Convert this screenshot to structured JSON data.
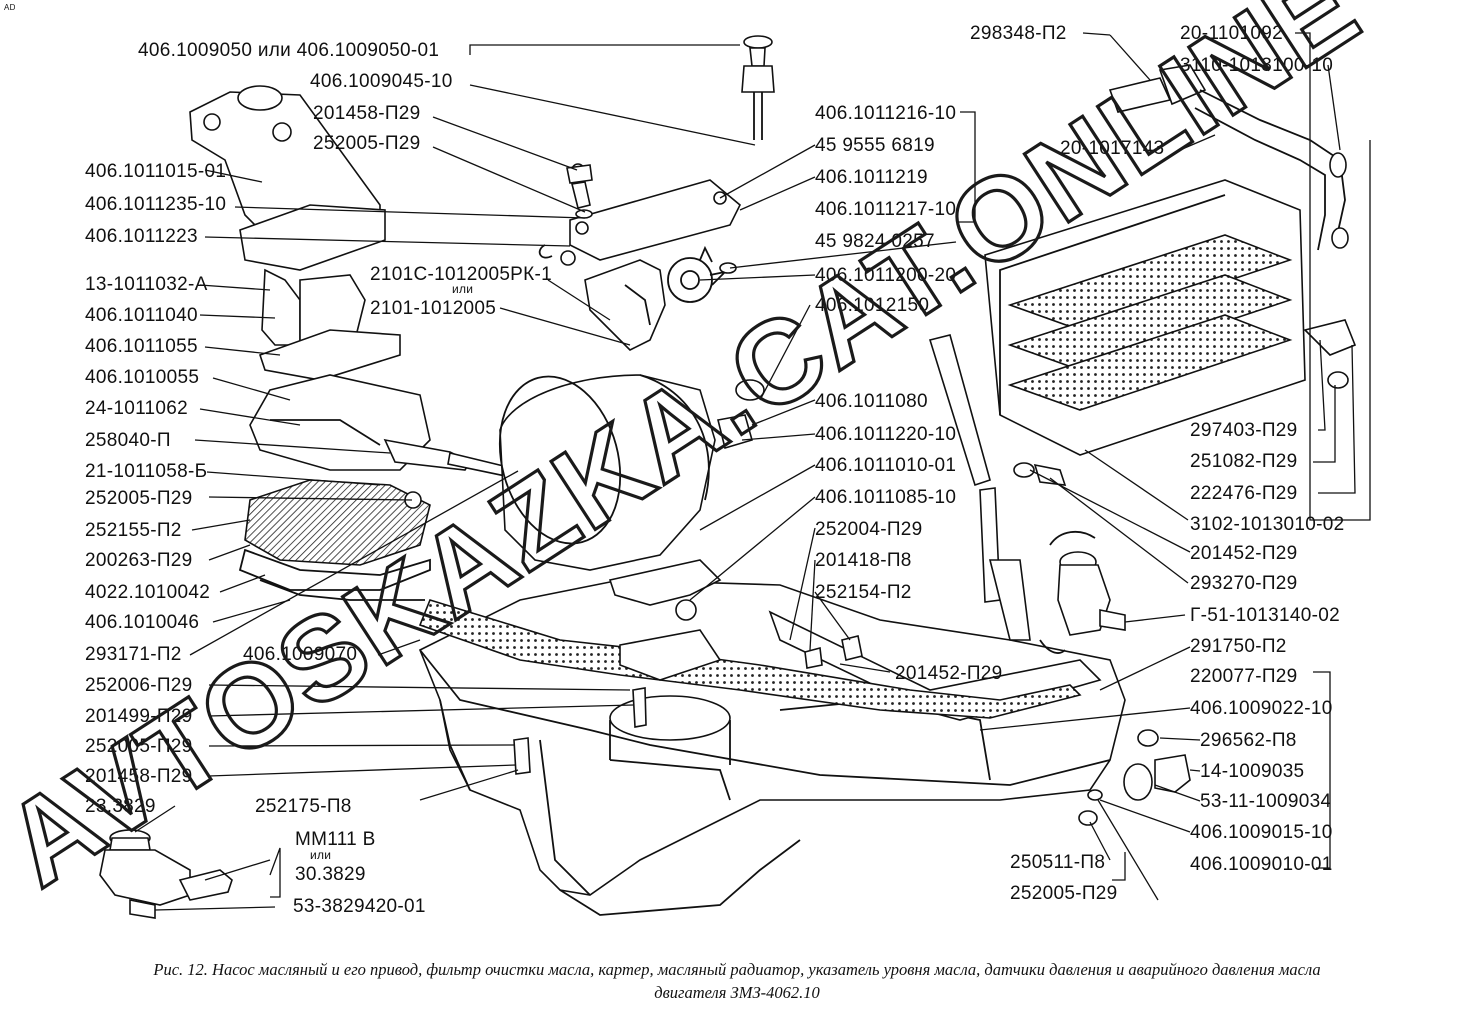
{
  "corner_mark": "AD",
  "watermark": "AVTOSKAZKA.CAT.ONLINE",
  "caption_line1": "Рис. 12. Насос масляный и его привод, фильтр очистки масла, картер, масляный радиатор, указатель уровня масла, датчики давления и аварийного давления масла",
  "caption_line2": "двигателя ЗМЗ-4062.10",
  "labels_left": [
    "406.1009050 или 406.1009050-01",
    "406.1009045-10",
    "201458-П29",
    "252005-П29",
    "406.1011015-01",
    "406.1011235-10",
    "406.1011223",
    "13-1011032-А",
    "406.1011040",
    "406.1011055",
    "406.1010055",
    "24-1011062",
    "258040-П",
    "21-1011058-Б",
    "252005-П29",
    "252155-П2",
    "200263-П29",
    "4022.1010042",
    "406.1010046",
    "293171-П2",
    "252006-П29",
    "201499-П29",
    "252005-П29",
    "201458-П29",
    "23.3829"
  ],
  "labels_center": [
    "406.1011216-10",
    "45 9555 6819",
    "406.1011219",
    "406.1011217-10",
    "45 9824 0257",
    "2101С-1012005РК-1",
    "или",
    "2101-1012005",
    "406.1011200-20",
    "406.1012150",
    "406.1011080",
    "406.1011220-10",
    "406.1011010-01",
    "406.1011085-10",
    "252004-П29",
    "201418-П8",
    "252154-П2",
    "406.1009070",
    "201452-П29",
    "252175-П8",
    "ММ111 В",
    "или",
    "30.3829",
    "53-3829420-01"
  ],
  "labels_right": [
    "298348-П2",
    "20-1101092",
    "3110-1013100-10",
    "20-1017143",
    "297403-П29",
    "251082-П29",
    "222476-П29",
    "3102-1013010-02",
    "201452-П29",
    "293270-П29",
    "Г-51-1013140-02",
    "291750-П2",
    "220077-П29",
    "406.1009022-10",
    "296562-П8",
    "14-1009035",
    "53-11-1009034",
    "406.1009015-10",
    "406.1009010-01",
    "250511-П8",
    "252005-П29"
  ],
  "components": [
    "oil-pump",
    "oil-pump-drive",
    "oil-filter",
    "oil-sump",
    "oil-cooler",
    "dipstick",
    "oil-pressure-sensor",
    "oil-pressure-warning-sensor",
    "drain-valve"
  ]
}
